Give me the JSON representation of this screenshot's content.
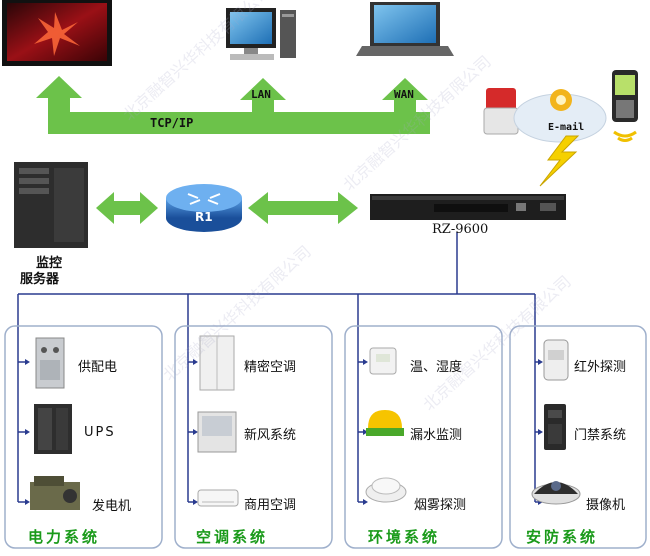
{
  "watermark": "北京融智兴华科技有限公司",
  "network": {
    "tcpip": "TCP/IP",
    "lan": "LAN",
    "wan": "WAN",
    "email": "E-mail",
    "router": "R1",
    "device": "RZ-9600",
    "server_line1": "监控",
    "server_line2": "服务器"
  },
  "groups": [
    {
      "title": "电力系统",
      "items": [
        "供配电",
        "UPS",
        "发电机"
      ]
    },
    {
      "title": "空调系统",
      "items": [
        "精密空调",
        "新风系统",
        "商用空调"
      ]
    },
    {
      "title": "环境系统",
      "items": [
        "温、湿度",
        "漏水监测",
        "烟雾探测"
      ]
    },
    {
      "title": "安防系统",
      "items": [
        "红外探测",
        "门禁系统",
        "摄像机"
      ]
    }
  ],
  "colors": {
    "arrow": "#6cc24a",
    "frame": "#9fb0cc",
    "bus": "#2a3b8f",
    "group_title": "#1a9a1a"
  }
}
